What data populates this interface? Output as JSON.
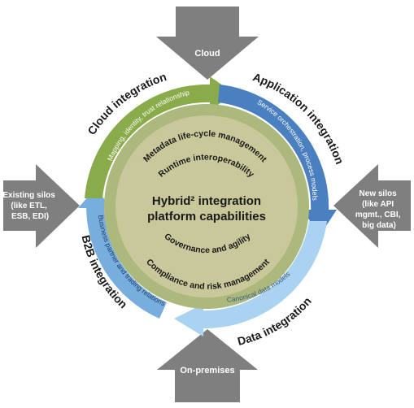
{
  "arrows": {
    "top": "Cloud",
    "bottom": "On-premises",
    "left": [
      "Existing silos",
      "(like ETL,",
      "ESB, EDI)"
    ],
    "right": [
      "New silos",
      "(like API",
      "mgmt., CBI,",
      "big data)"
    ]
  },
  "center": {
    "title_line1": "Hybrid² integration",
    "title_line2": "platform capabilities",
    "items_top": [
      "Metadata life-cycle management",
      "Runtime interoperability"
    ],
    "items_bottom": [
      "Governance and agility",
      "Compliance and risk management"
    ]
  },
  "quadrants": {
    "cloud": {
      "title": "Cloud integration",
      "sub": "Mapping, identity, trust relationship"
    },
    "application": {
      "title": "Application integration",
      "sub": "Service orchestration, process models"
    },
    "data": {
      "title": "Data integration",
      "sub": "Canonical data models"
    },
    "b2b": {
      "title": "B2B integration",
      "sub": "Business partner and trading relations"
    }
  },
  "colors": {
    "arrow_gray": "#7f7f7f",
    "green": "#8aab4a",
    "blue": "#4a7fc0",
    "light_blue": "#a9d3f0",
    "mid_blue": "#77aede",
    "center_fill": "#c8c89b",
    "center_ring": "#adb87d"
  }
}
